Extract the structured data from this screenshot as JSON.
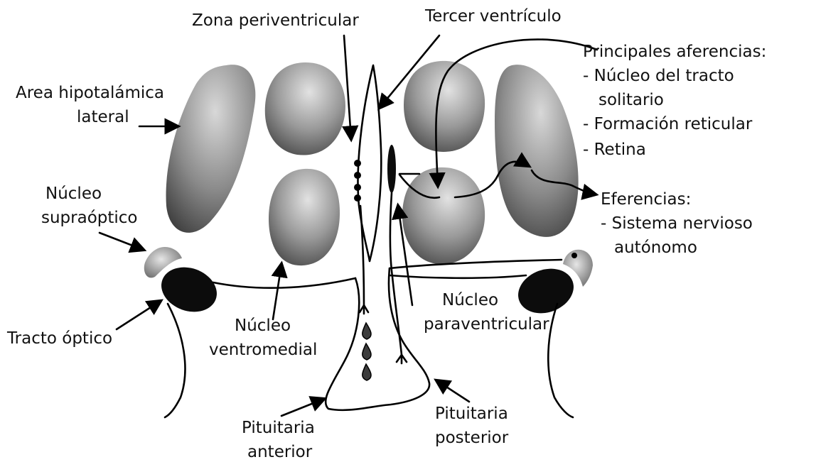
{
  "labels": {
    "zona_periventricular": "Zona periventricular",
    "tercer_ventriculo": "Tercer ventrículo",
    "principales_aferencias": "Principales aferencias:",
    "aferencia_1_a": "- Núcleo del tracto",
    "aferencia_1_b": "solitario",
    "aferencia_2": "- Formación reticular",
    "aferencia_3": "- Retina",
    "area_hipotalamica_a": "Area hipotalámica",
    "area_hipotalamica_b": "lateral",
    "nucleo_supraoptico_a": "Núcleo",
    "nucleo_supraoptico_b": "supraóptico",
    "eferencias": "Eferencias:",
    "eferencia_1_a": "- Sistema nervioso",
    "eferencia_1_b": "autónomo",
    "tracto_optico": "Tracto óptico",
    "nucleo_ventromedial_a": "Núcleo",
    "nucleo_ventromedial_b": "ventromedial",
    "nucleo_paraventricular_a": "Núcleo",
    "nucleo_paraventricular_b": "paraventricular",
    "pituitaria_anterior_a": "Pituitaria",
    "pituitaria_anterior_b": "anterior",
    "pituitaria_posterior_a": "Pituitaria",
    "pituitaria_posterior_b": "posterior"
  },
  "colors": {
    "nucleus_light": "#d6d6d6",
    "nucleus_dark": "#3c3c3c",
    "optic_tract": "#0c0c0c",
    "line": "#000000"
  }
}
